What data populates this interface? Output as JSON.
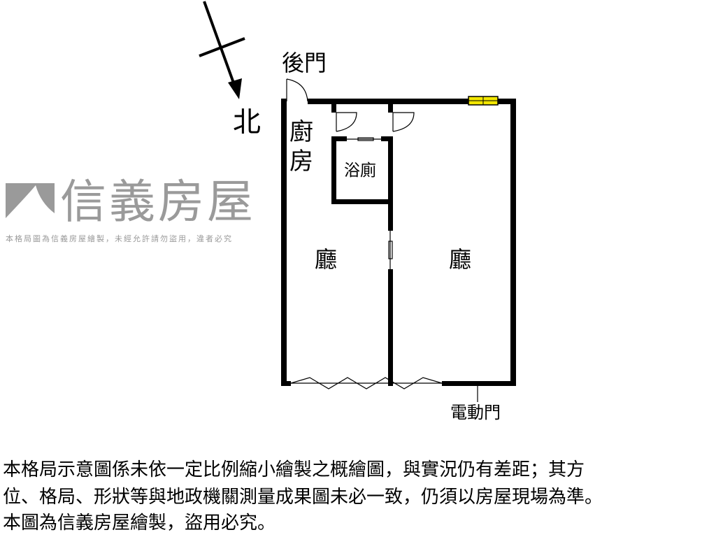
{
  "compass": {
    "north_label": "北"
  },
  "rooms": {
    "back_door": "後門",
    "kitchen": "廚房",
    "bathroom": "浴廁",
    "living_left": "廳",
    "living_right": "廳",
    "power_door": "電動門"
  },
  "watermark": {
    "brand": "信義房屋",
    "notice": "本格局圖為信義房屋繪製，未經允許請勿盜用，違者必究"
  },
  "disclaimer": {
    "line1": "本格局示意圖係未依一定比例縮小繪製之概繪圖，與實況仍有差距；其方",
    "line2": "位、格局、形狀等與地政機關測量成果圖未必一致，仍須以房屋現場為準。",
    "line3": "本圖為信義房屋繪製，盜用必究。"
  },
  "colors": {
    "wall": "#000000",
    "window": "#f2e600",
    "watermark": "#9a9a9a"
  }
}
